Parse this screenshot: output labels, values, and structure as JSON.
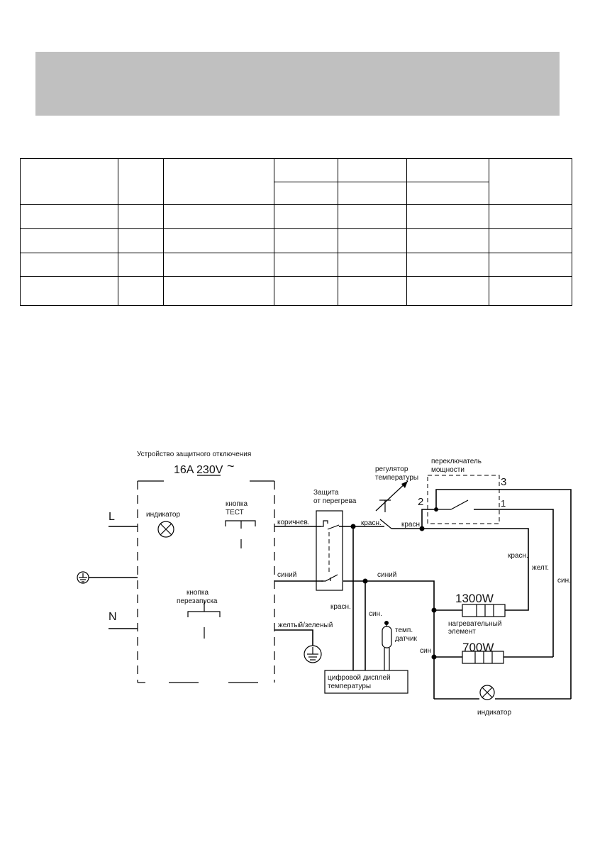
{
  "banner": {
    "color": "#c0c0c0"
  },
  "rcd": {
    "title": "Устройство защитного отключения",
    "rating": "16A 230V",
    "ac_symbol": "~",
    "indicator": "индикатор",
    "test_button_line1": "кнопка",
    "test_button_line2": "ТЕСТ",
    "reset_button_line1": "кнопка",
    "reset_button_line2": "перезапуска",
    "line_L": "L",
    "line_N": "N"
  },
  "wires": {
    "brown": "коричнев.",
    "blue_left": "синий",
    "red_1": "красн.",
    "red_2": "красн",
    "blue_right": "синий",
    "yellow_green": "желтый/зеленый",
    "red_vertical": "красн.",
    "blue_vertical": "син.",
    "red_right": "красн.",
    "yellow_right": "желт.",
    "blue_far_right": "син.",
    "blue_node": "син"
  },
  "overheat": {
    "line1": "Защита",
    "line2": "от перегрева"
  },
  "thermostat": {
    "line1": "регулятор",
    "line2": "температуры"
  },
  "power_switch": {
    "line1": "переключатель",
    "line2": "мощности",
    "pos1": "1",
    "pos2": "2",
    "pos3": "3"
  },
  "heater_1300": "1300W",
  "heater_700": "700W",
  "heater_label_line1": "нагревательный",
  "heater_label_line2": "элемент",
  "temp_sensor_line1": "темп.",
  "temp_sensor_line2": "датчик",
  "display_line1": "цифровой дисплей",
  "display_line2": "температуры",
  "lamp_label": "индикатор"
}
